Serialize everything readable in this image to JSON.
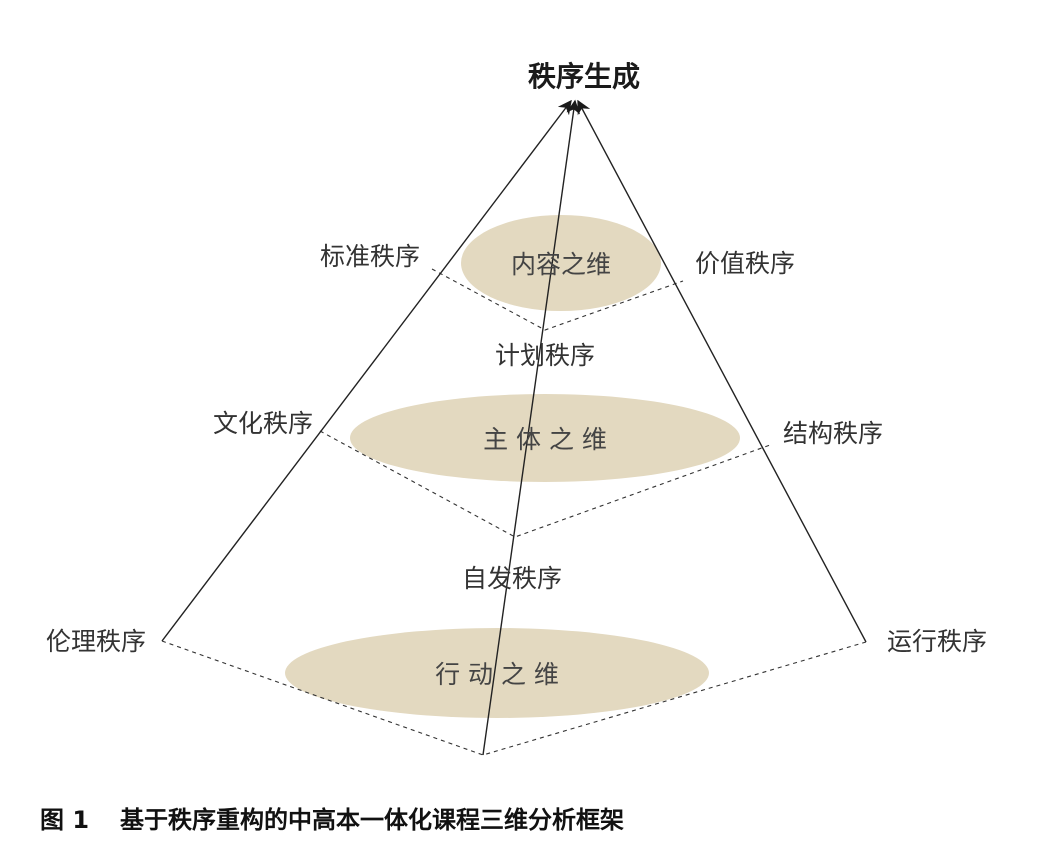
{
  "apex_label": "秩序生成",
  "layers": [
    {
      "ellipse_label": "内容之维"
    },
    {
      "ellipse_label": "主 体 之 维"
    },
    {
      "ellipse_label": "行 动 之 维"
    }
  ],
  "side_labels": {
    "top_left": "标准秩序",
    "top_right": "价值秩序",
    "mid_left": "文化秩序",
    "mid_right": "结构秩序",
    "bottom_left": "伦理秩序",
    "bottom_right": "运行秩序"
  },
  "center_labels": {
    "upper": "计划秩序",
    "lower": "自发秩序"
  },
  "caption": {
    "figure_number": "图 1",
    "text": "基于秩序重构的中高本一体化课程三维分析框架"
  },
  "colors": {
    "ellipse_fill": "#e3d9c0",
    "line": "#222222"
  }
}
